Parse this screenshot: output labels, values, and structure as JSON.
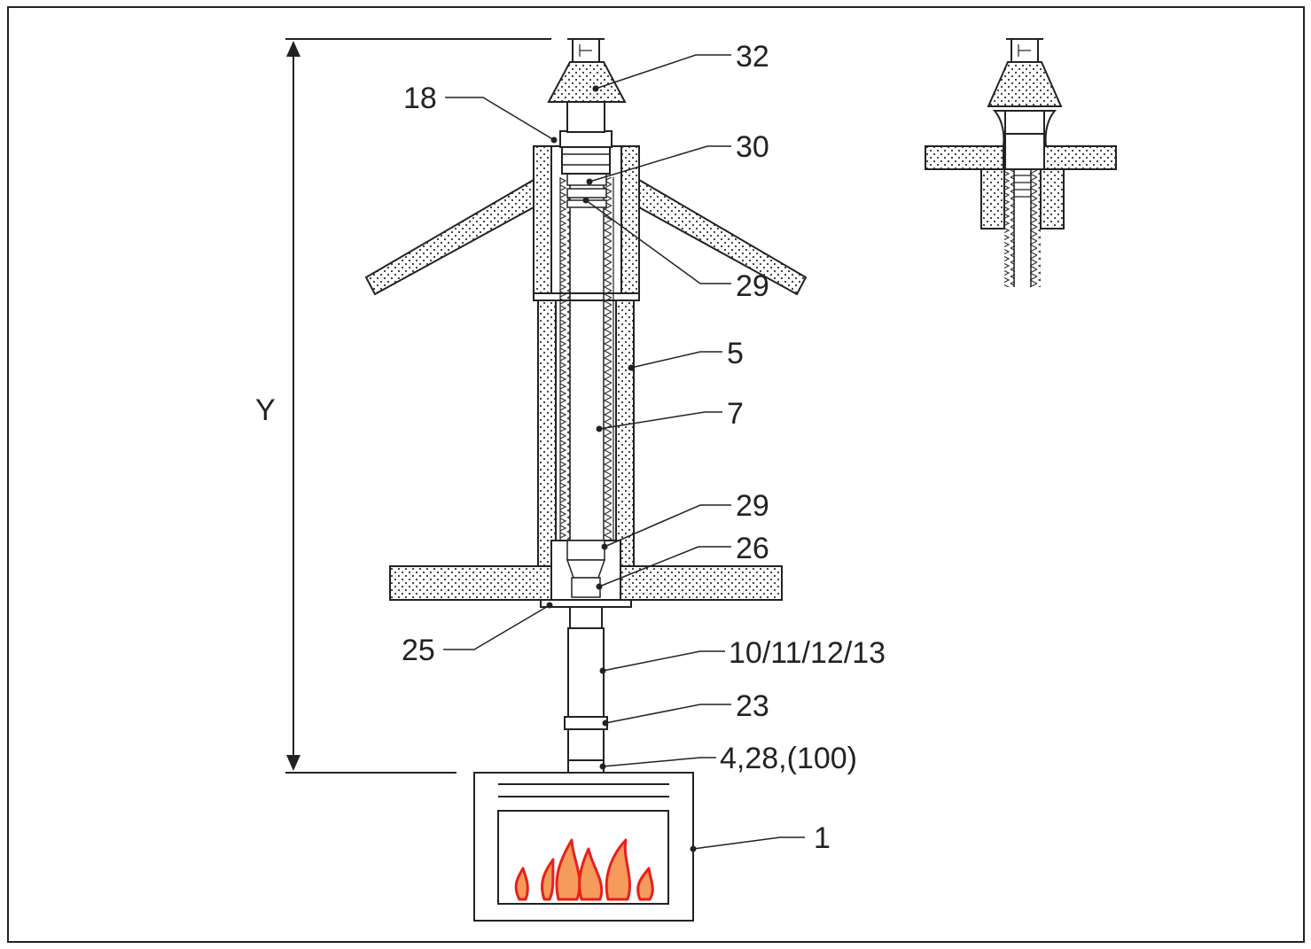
{
  "diagram": {
    "dimension_label": "Y",
    "callouts": {
      "c32": "32",
      "c18": "18",
      "c30": "30",
      "c29_top": "29",
      "c5": "5",
      "c7": "7",
      "c29_bottom": "29",
      "c26": "26",
      "c25": "25",
      "c10": "10/11/12/13",
      "c23": "23",
      "c4": "4,28,(100)",
      "c1": "1"
    },
    "colors": {
      "line": "#222222",
      "insulation_dot": "#333333",
      "flame_fill": "#f59b5b",
      "flame_outline": "#e8201c"
    }
  }
}
